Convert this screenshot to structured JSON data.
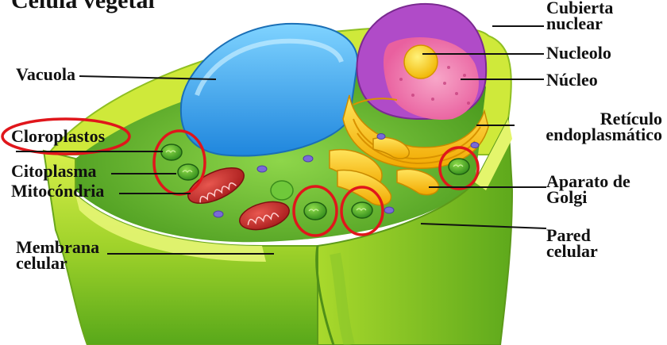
{
  "title": "Célula vegetal",
  "labels": {
    "vacuola": "Vacuola",
    "cloroplastos": "Cloroplastos",
    "citoplasma": "Citoplasma",
    "mitocondria": "Mitocóndria",
    "membrana_1": "Membrana",
    "membrana_2": "celular",
    "cubierta_1": "Cubierta",
    "cubierta_2": "nuclear",
    "nucleolo": "Nucleolo",
    "nucleo": "Núcleo",
    "reticulo_1": "Retículo",
    "reticulo_2": "endoplasmático",
    "golgi_1": "Aparato de",
    "golgi_2": "Golgi",
    "pared_1": "Pared",
    "pared_2": "celular"
  },
  "highlight_color": "#e0161b",
  "icons": [
    "plant-cell-illustration",
    "chloroplast-icon",
    "mitochondrion-icon",
    "vacuole-icon",
    "nucleus-icon"
  ]
}
